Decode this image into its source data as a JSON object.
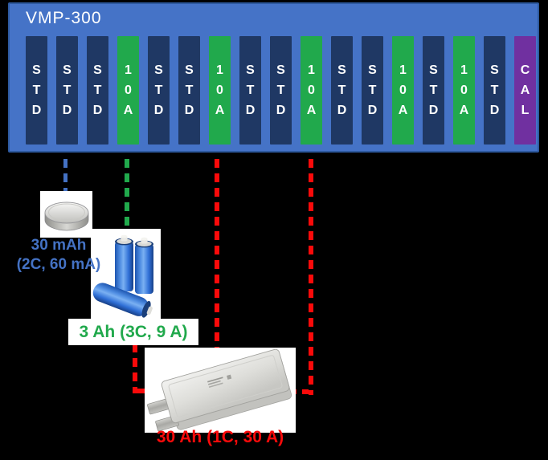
{
  "device": {
    "title": "VMP-300",
    "slots": [
      {
        "label": "STD",
        "type": "std"
      },
      {
        "label": "STD",
        "type": "std"
      },
      {
        "label": "STD",
        "type": "std"
      },
      {
        "label": "10A",
        "type": "10a"
      },
      {
        "label": "STD",
        "type": "std"
      },
      {
        "label": "STD",
        "type": "std"
      },
      {
        "label": "10A",
        "type": "10a"
      },
      {
        "label": "STD",
        "type": "std"
      },
      {
        "label": "STD",
        "type": "std"
      },
      {
        "label": "10A",
        "type": "10a"
      },
      {
        "label": "STD",
        "type": "std"
      },
      {
        "label": "STD",
        "type": "std"
      },
      {
        "label": "10A",
        "type": "10a"
      },
      {
        "label": "STD",
        "type": "std"
      },
      {
        "label": "10A",
        "type": "10a"
      },
      {
        "label": "STD",
        "type": "std"
      },
      {
        "label": "CAL",
        "type": "cal"
      }
    ]
  },
  "batteries": {
    "coin_cell": {
      "capacity_line1": "30 mAh",
      "capacity_line2": "(2C, 60 mA)"
    },
    "cylindrical_cells": {
      "capacity": "3 Ah (3C, 9 A)"
    },
    "pouch_cell": {
      "capacity": "30 Ah (1C, 30 A)"
    }
  },
  "colors": {
    "background": "#000000",
    "panel_blue": "#4573C7",
    "panel_border": "#2E5AA0",
    "slot_std": "#1F3864",
    "slot_10a": "#21A94C",
    "slot_cal": "#7030A0",
    "line_blue": "#4472C4",
    "line_green": "#21A94C",
    "line_red": "#FA0A0A"
  }
}
